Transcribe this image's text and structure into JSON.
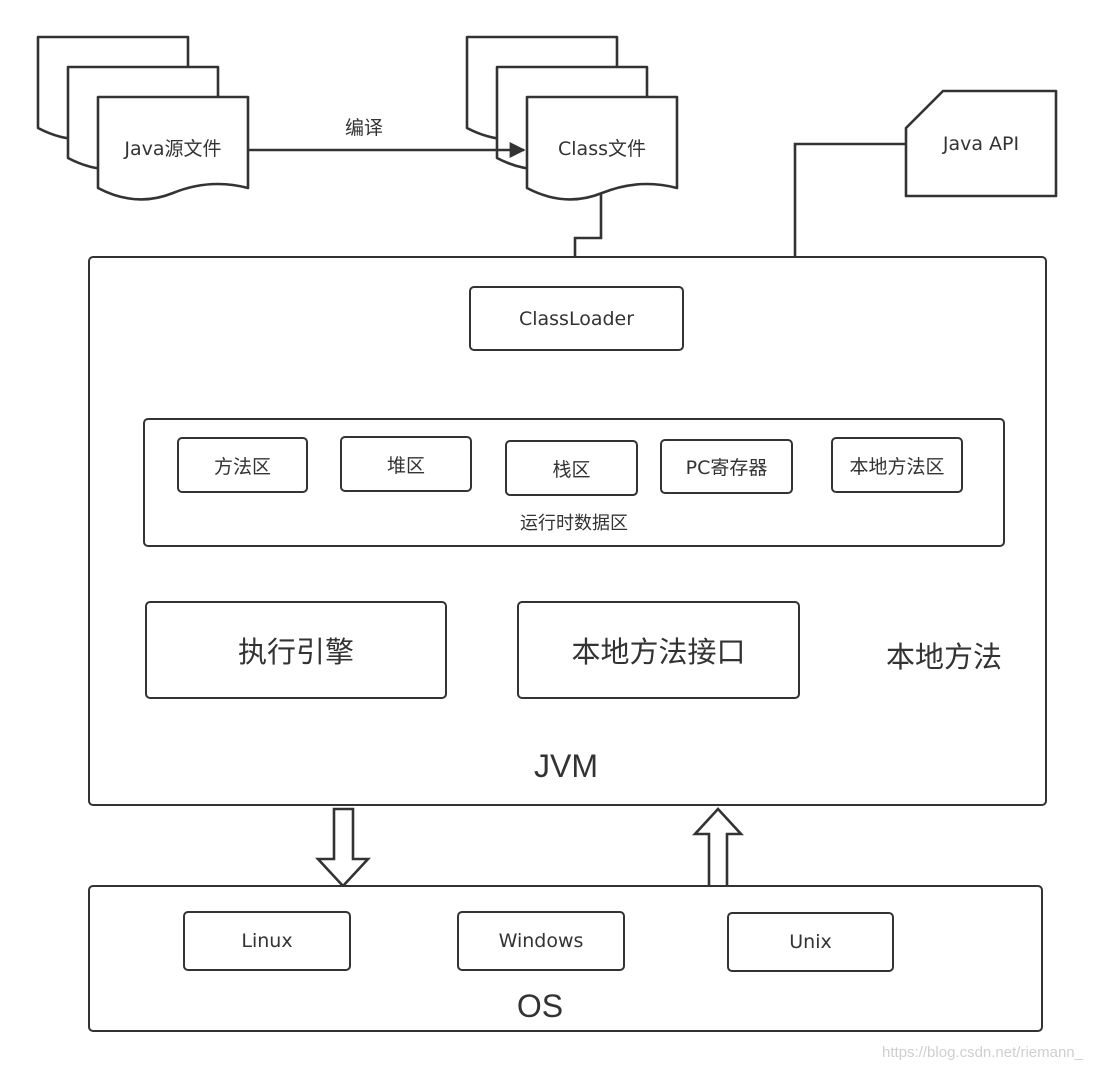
{
  "source_label": "Java源文件",
  "compile_label": "编译",
  "class_label": "Class文件",
  "api_label": "Java API",
  "jvm": {
    "title": "JVM",
    "classloader": "ClassLoader",
    "runtime_area": {
      "title": "运行时数据区",
      "regions": [
        "方法区",
        "堆区",
        "栈区",
        "PC寄存器",
        "本地方法区"
      ]
    },
    "engine": "执行引擎",
    "native_interface": "本地方法接口",
    "native_methods": "本地方法"
  },
  "os": {
    "title": "OS",
    "systems": [
      "Linux",
      "Windows",
      "Unix"
    ]
  },
  "watermark": "https://blog.csdn.net/riemann_",
  "colors": {
    "stroke": "#333333",
    "background": "#ffffff",
    "watermark": "#cfcfcf"
  }
}
